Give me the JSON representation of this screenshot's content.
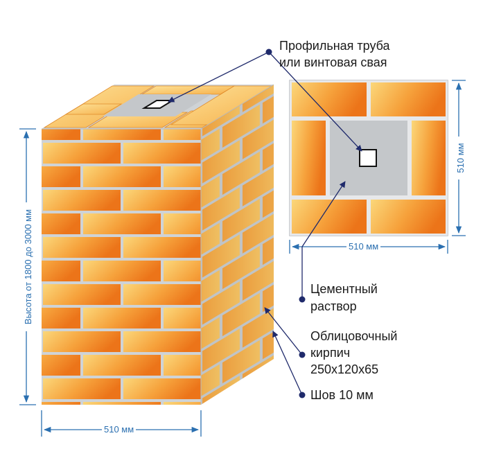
{
  "labels": {
    "pipe": [
      "Профильная труба",
      "или винтовая свая"
    ],
    "mortar": [
      "Цементный",
      "раствор"
    ],
    "brick": [
      "Облицовочный",
      "кирпич",
      "250х120х65"
    ],
    "seam": "Шов 10 мм"
  },
  "dimensions": {
    "height": "Высота от 1800 до 3000 мм",
    "pillar_width": "510 мм",
    "plan_width": "510 мм",
    "plan_depth": "510 мм"
  },
  "colors": {
    "brick_light": "#f7c85a",
    "brick_dark": "#ef7d1c",
    "mortar_joint": "#cfd3d6",
    "cement": "#c4c7ca",
    "dimension": "#2a6fb0",
    "callout": "#1f2a6b"
  }
}
